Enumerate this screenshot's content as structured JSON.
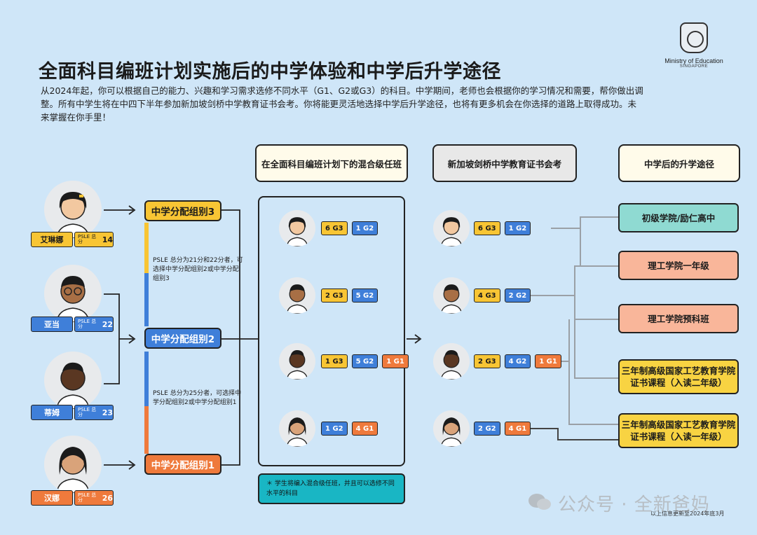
{
  "header": {
    "title": "全面科目编班计划实施后的中学体验和中学后升学途径",
    "intro": "从2024年起，你可以根据自己的能力、兴趣和学习需求选修不同水平（G1、G2或G3）的科目。中学期间，老师也会根据你的学习情况和需要，帮你做出调整。所有中学生将在中四下半年参加新加坡剑桥中学教育证书会考。你将能更灵活地选择中学后升学途径，也将有更多机会在你选择的道路上取得成功。未来掌握在你手里！",
    "moe_name": "Ministry of Education",
    "moe_sub": "SINGAPORE"
  },
  "columns": {
    "mixed": "在全面科目编班计划下的混合级任班",
    "exam": "新加坡剑桥中学教育证书会考",
    "pathways": "中学后的升学途径"
  },
  "students": [
    {
      "name": "艾琳娜",
      "psle_label": "PSLE 总分",
      "score": "14"
    },
    {
      "name": "亚当",
      "psle_label": "PSLE 总分",
      "score": "22"
    },
    {
      "name": "蒂姆",
      "psle_label": "PSLE 总分",
      "score": "23"
    },
    {
      "name": "汉娜",
      "psle_label": "PSLE 总分",
      "score": "26"
    }
  ],
  "groups": {
    "g3": "中学分配组别3",
    "g2": "中学分配组别2",
    "g1": "中学分配组别1",
    "note_upper": "PSLE 总分为21分和22分者，可选择中学分配组别2或中学分配组别3",
    "note_lower": "PSLE 总分为25分者，可选择中学分配组别2或中学分配组别1"
  },
  "mixed_subjects": [
    [
      "6 G3",
      "1 G2"
    ],
    [
      "2 G3",
      "5 G2"
    ],
    [
      "1 G3",
      "5 G2",
      "1 G1"
    ],
    [
      "1 G2",
      "4 G1"
    ]
  ],
  "exam_subjects": [
    [
      "6 G3",
      "1 G2"
    ],
    [
      "4 G3",
      "2 G2"
    ],
    [
      "2 G3",
      "4 G2",
      "1 G1"
    ],
    [
      "2 G2",
      "4 G1"
    ]
  ],
  "pathways": [
    "初级学院/励仁高中",
    "理工学院一年级",
    "理工学院预科班",
    "三年制高级国家工艺教育学院证书课程（入读二年级）",
    "三年制高级国家工艺教育学院证书课程（入读一年级）"
  ],
  "footnote": "学生将编入混合级任班，并且可以选修不同水平的科目",
  "watermark": "公众号 · 全新爸妈",
  "updated": "以上信息更新至2024年底3月",
  "colors": {
    "background": "#cfe6f8",
    "g3": "#f8c534",
    "g2": "#3f7fd9",
    "g1": "#ef7a3c",
    "teal": "#19b6c4"
  }
}
